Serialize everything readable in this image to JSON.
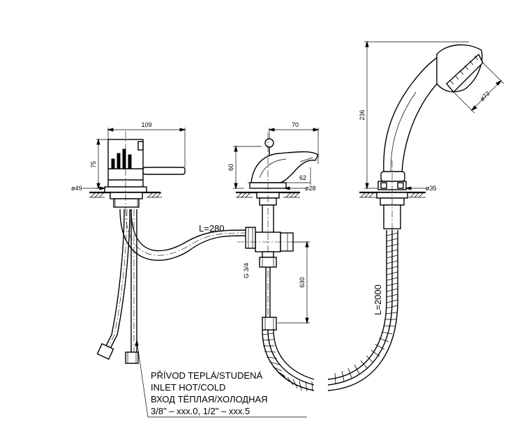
{
  "dimensions": {
    "mixer_width": "109",
    "mixer_height": "75",
    "mixer_base_dia": "ø49",
    "spout_reach": "70",
    "spout_height": "60",
    "spout_offset": "62",
    "spout_base_dia": "ø28",
    "shower_height": "236",
    "shower_head_dia": "ø72",
    "shower_base_dia": "ø35",
    "connection_hose_length": "L=280",
    "thread_size": "G 3/4",
    "supply_height": "630",
    "shower_hose_length": "L=2000"
  },
  "note": {
    "line1": "PŘÍVOD TEPLÁ/STUDENÁ",
    "line2": "INLET HOT/COLD",
    "line3": "ВХОД ТЁПЛАЯ/ХОЛОДНАЯ",
    "line4": "3/8\" – xxx.0, 1/2\" – xxx.5"
  }
}
